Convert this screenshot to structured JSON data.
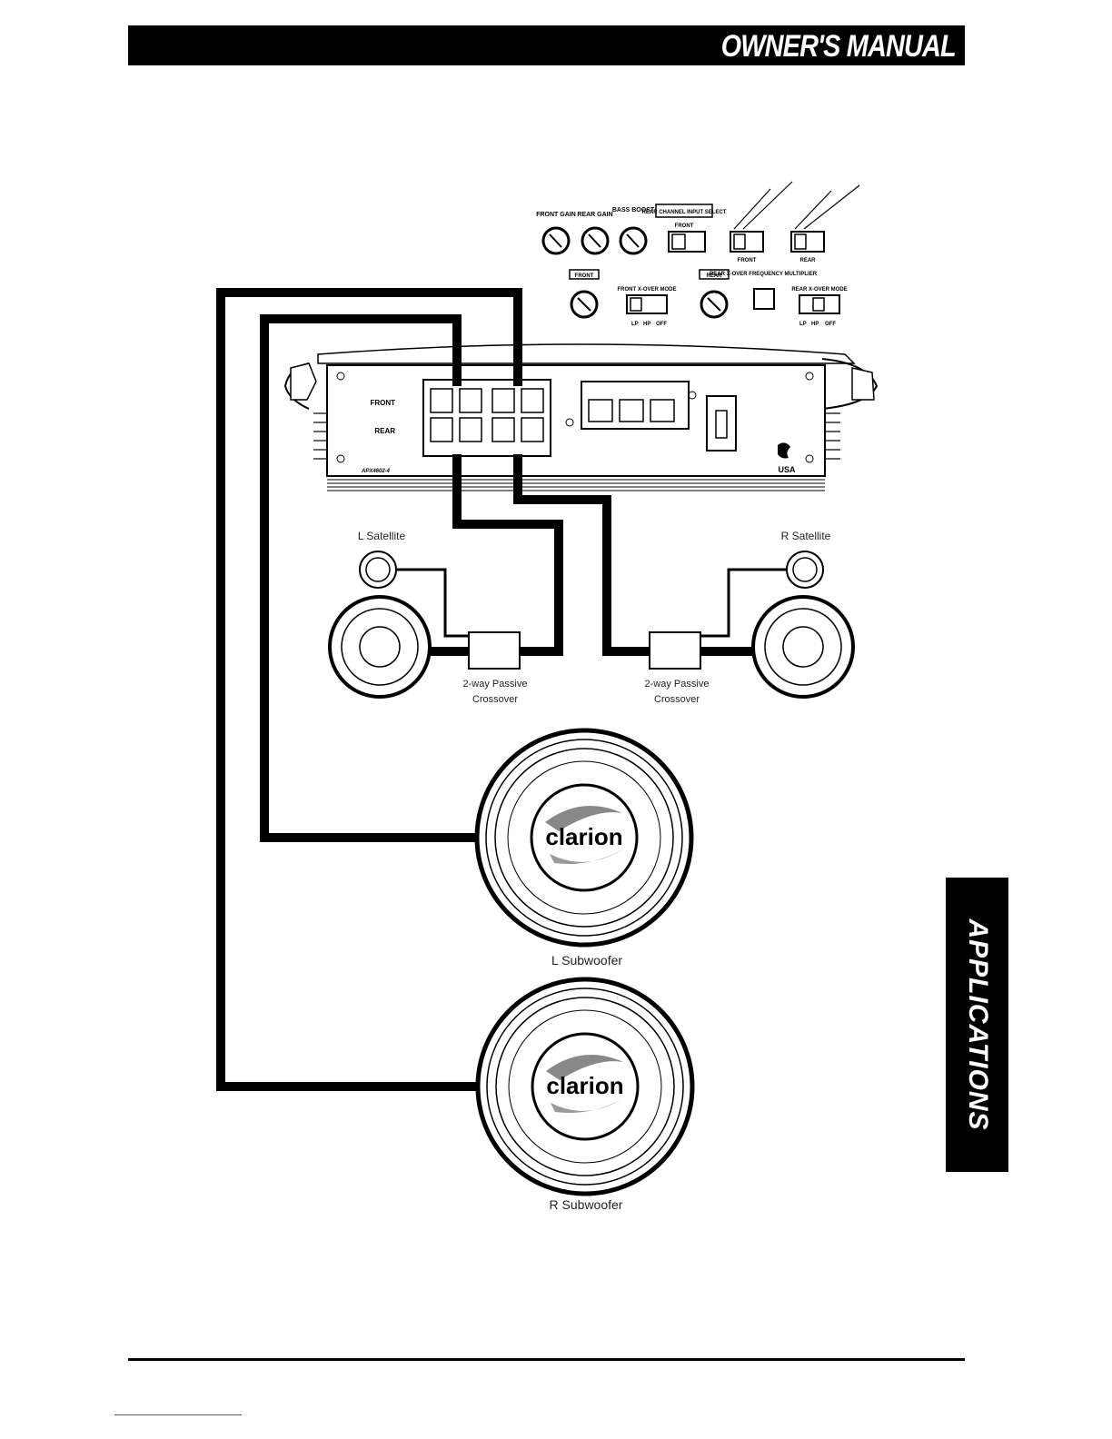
{
  "header": {
    "title": "OWNER'S MANUAL"
  },
  "side_tab": {
    "label": "APPLICATIONS"
  },
  "control_panel": {
    "front_gain": "FRONT GAIN",
    "rear_gain": "REAR GAIN",
    "bass_boost": "BASS BOOST",
    "rear_channel_input_select": "REAR CHANNEL INPUT SELECT",
    "front": "FRONT",
    "rear": "REAR",
    "front_box": "FRONT",
    "rear_box": "REAR",
    "front_xover_mode": "FRONT X-OVER MODE",
    "rear_xover_mode": "REAR X-OVER MODE",
    "rear_xover_freq_mult": "REAR X-OVER FREQUENCY MULTIPLIER",
    "lp": "LP",
    "hp": "HP",
    "off": "OFF"
  },
  "amplifier": {
    "front_label": "FRONT",
    "rear_label": "REAR",
    "model": "APX4602-4",
    "usa": "USA"
  },
  "labels": {
    "l_satellite": "L Satellite",
    "r_satellite": "R Satellite",
    "crossover_left_line1": "2-way Passive",
    "crossover_left_line2": "Crossover",
    "crossover_right_line1": "2-way Passive",
    "crossover_right_line2": "Crossover",
    "l_subwoofer": "L Subwoofer",
    "r_subwoofer": "R Subwoofer"
  },
  "brand": {
    "logo_text": "clarion"
  }
}
